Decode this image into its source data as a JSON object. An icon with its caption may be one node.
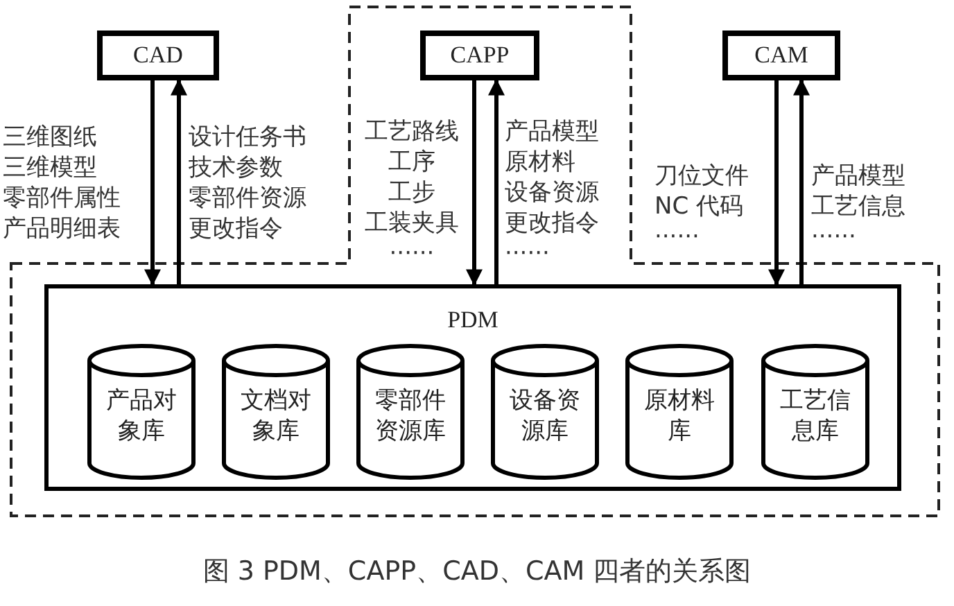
{
  "diagram": {
    "caption": "图 3 PDM、CAPP、CAD、CAM 四者的关系图",
    "nodes": [
      {
        "text": [
          "CAD"
        ]
      },
      {
        "text": [
          "CAPP"
        ]
      },
      {
        "text": [
          "CAM"
        ]
      },
      {
        "text": [
          "PDM"
        ]
      },
      {
        "text": [
          "产品对象库"
        ],
        "in": 3
      },
      {
        "text": [
          "文档对象库"
        ],
        "in": 3
      },
      {
        "text": [
          "零部件资源库"
        ],
        "in": 3
      },
      {
        "text": [
          "设备资源库"
        ],
        "in": 3
      },
      {
        "text": [
          "原材料库"
        ],
        "in": 3
      },
      {
        "text": [
          "工艺信息库"
        ],
        "in": 3
      }
    ],
    "edges": [
      {
        "from": 0,
        "to": 3,
        "arrow": "to"
      },
      {
        "from": 3,
        "to": 0,
        "arrow": "to"
      },
      {
        "from": 1,
        "to": 3,
        "arrow": "to"
      },
      {
        "from": 3,
        "to": 1,
        "arrow": "to"
      },
      {
        "from": 2,
        "to": 3,
        "arrow": "to"
      },
      {
        "from": 3,
        "to": 2,
        "arrow": "to"
      }
    ],
    "labels": [
      "三维图纸",
      "三维模型",
      "零部件属性",
      "产品明细表",
      "设计任务书",
      "技术参数",
      "零部件资源",
      "更改指令",
      "工艺路线",
      "工序",
      "工步",
      "工装夹具",
      "······",
      "产品模型",
      "原材料",
      "设备资源",
      "更改指令",
      "······",
      "刀位文件",
      "NC 代码",
      "······",
      "产品模型",
      "工艺信息",
      "······"
    ]
  }
}
